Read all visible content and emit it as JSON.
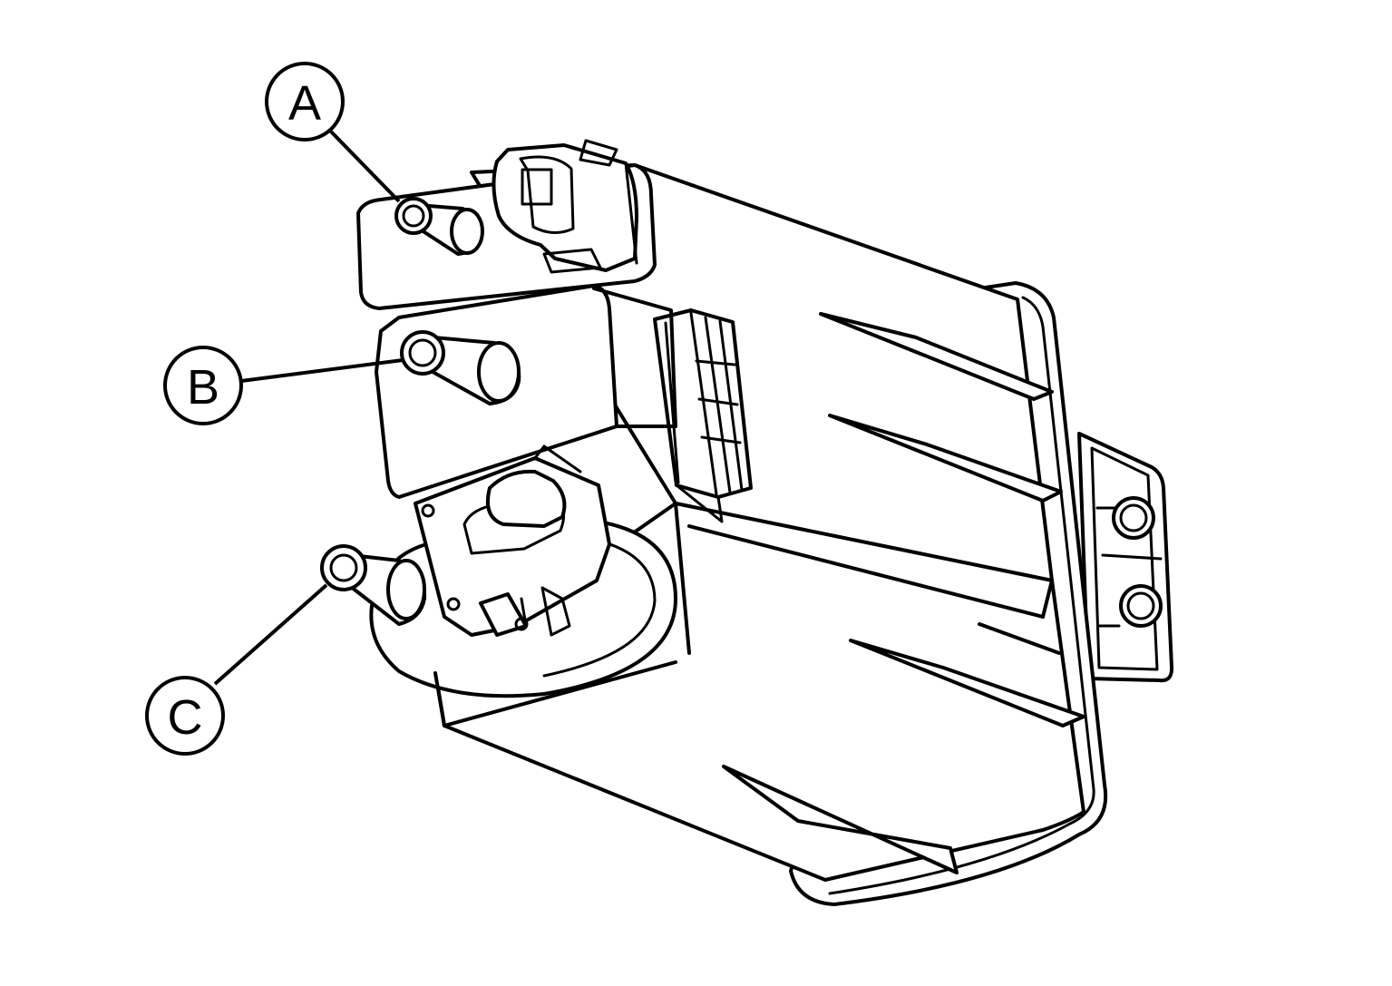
{
  "callouts": {
    "a": {
      "label": "A"
    },
    "b": {
      "label": "B"
    },
    "c": {
      "label": "C"
    }
  },
  "colors": {
    "line": "#000000",
    "background": "#ffffff"
  }
}
